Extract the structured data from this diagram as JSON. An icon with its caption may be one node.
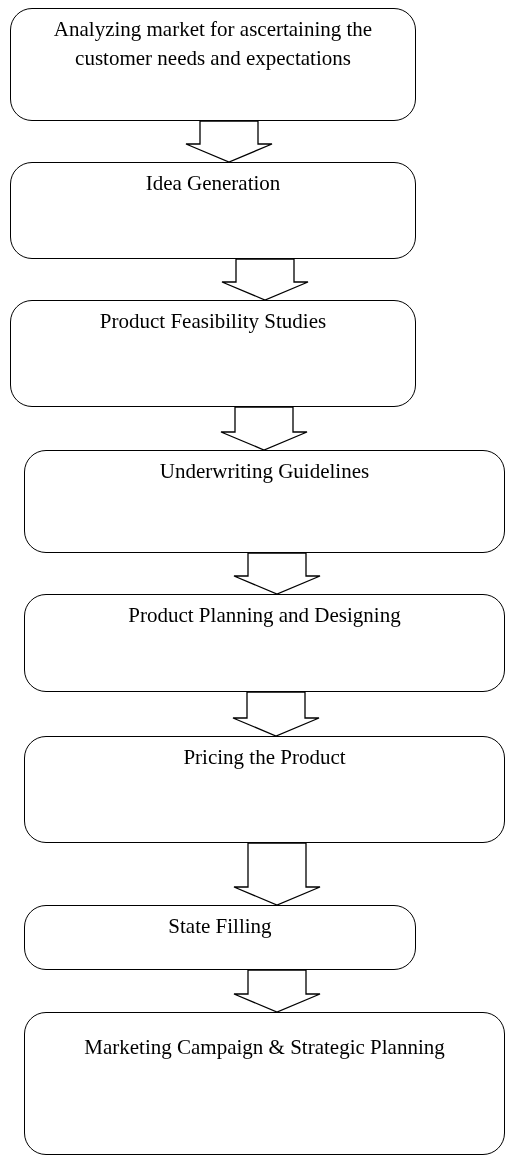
{
  "diagram": {
    "nodes": [
      {
        "text": [
          "Analyzing market for ascertaining the customer needs and expectations"
        ]
      },
      {
        "text": [
          "Idea Generation"
        ]
      },
      {
        "text": [
          "Product Feasibility Studies"
        ]
      },
      {
        "text": [
          "Underwriting Guidelines"
        ]
      },
      {
        "text": [
          "Product Planning and Designing"
        ]
      },
      {
        "text": [
          "Pricing the Product"
        ]
      },
      {
        "text": [
          "State Filling"
        ]
      },
      {
        "text": [
          "Marketing Campaign & Strategic Planning"
        ]
      }
    ],
    "edges": [
      {
        "from": 0,
        "to": 1,
        "arrow": "to"
      },
      {
        "from": 1,
        "to": 2,
        "arrow": "to"
      },
      {
        "from": 2,
        "to": 3,
        "arrow": "to"
      },
      {
        "from": 3,
        "to": 4,
        "arrow": "to"
      },
      {
        "from": 4,
        "to": 5,
        "arrow": "to"
      },
      {
        "from": 5,
        "to": 6,
        "arrow": "to"
      },
      {
        "from": 6,
        "to": 7,
        "arrow": "to"
      }
    ]
  }
}
